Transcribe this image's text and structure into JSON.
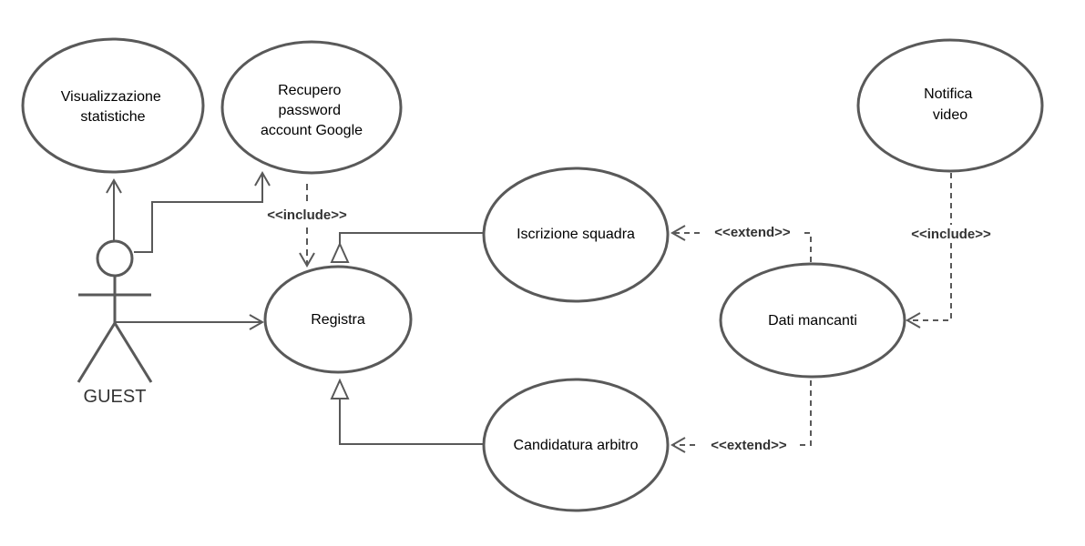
{
  "diagram": {
    "use_cases": {
      "visualizzazione": [
        "Visualizzazione",
        "statistiche"
      ],
      "recupero": [
        "Recupero",
        "password",
        "account Google"
      ],
      "notifica": [
        "Notifica",
        "video"
      ],
      "iscrizione": [
        "Iscrizione squadra"
      ],
      "registra": [
        "Registra"
      ],
      "dati_mancanti": [
        "Dati mancanti"
      ],
      "candidatura": [
        "Candidatura arbitro"
      ]
    },
    "actor": {
      "label": "GUEST"
    },
    "stereotypes": {
      "include_registra_recupero": "<<include>>",
      "include_dati_notifica": "<<include>>",
      "extend_iscrizione": "<<extend>>",
      "extend_candidatura": "<<extend>>"
    },
    "colors": {
      "stroke": "#595959",
      "text": "#000000",
      "stereotype_text": "#333333",
      "background": "#ffffff"
    }
  }
}
